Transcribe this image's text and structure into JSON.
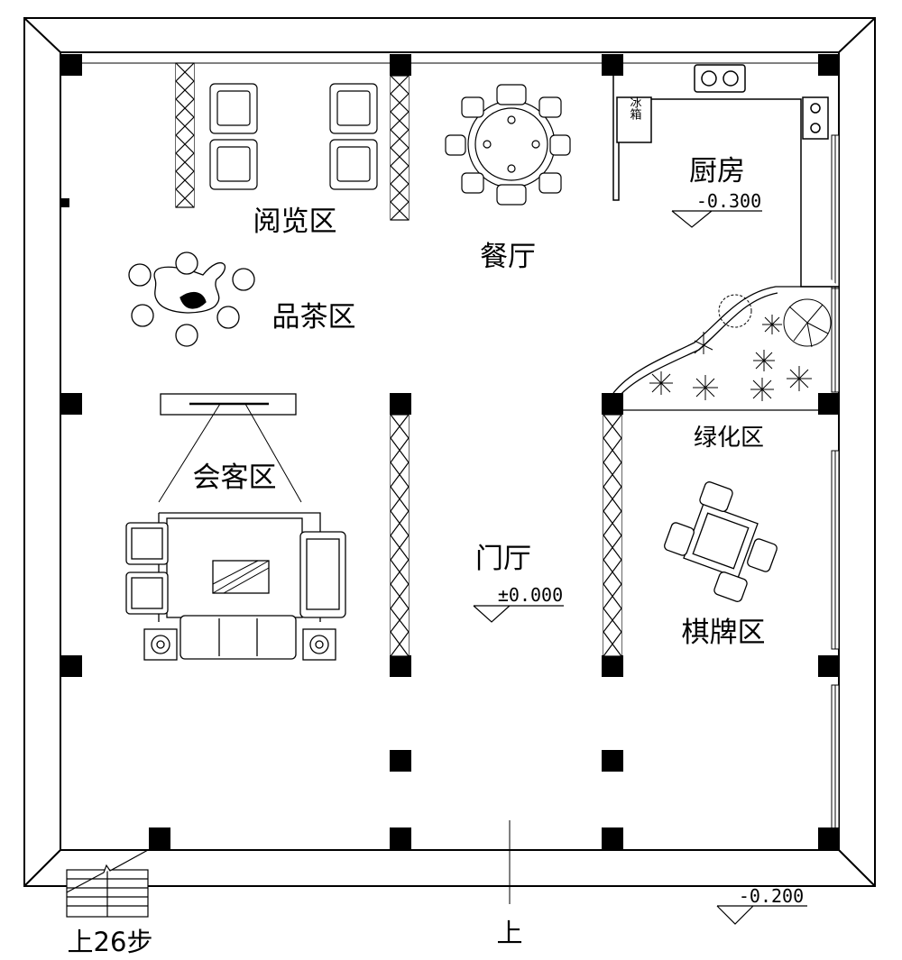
{
  "rooms": {
    "reading": "阅览区",
    "dining": "餐厅",
    "kitchen": "厨房",
    "tea": "品茶区",
    "reception": "会客区",
    "garden": "绿化区",
    "hall": "门厅",
    "cards": "棋牌区"
  },
  "fridge_label": "冰箱",
  "levels": {
    "kitchen": "-0.300",
    "hall": "±0.000",
    "outside": "-0.200"
  },
  "stairs_label": "上26步",
  "entrance_label": "上"
}
